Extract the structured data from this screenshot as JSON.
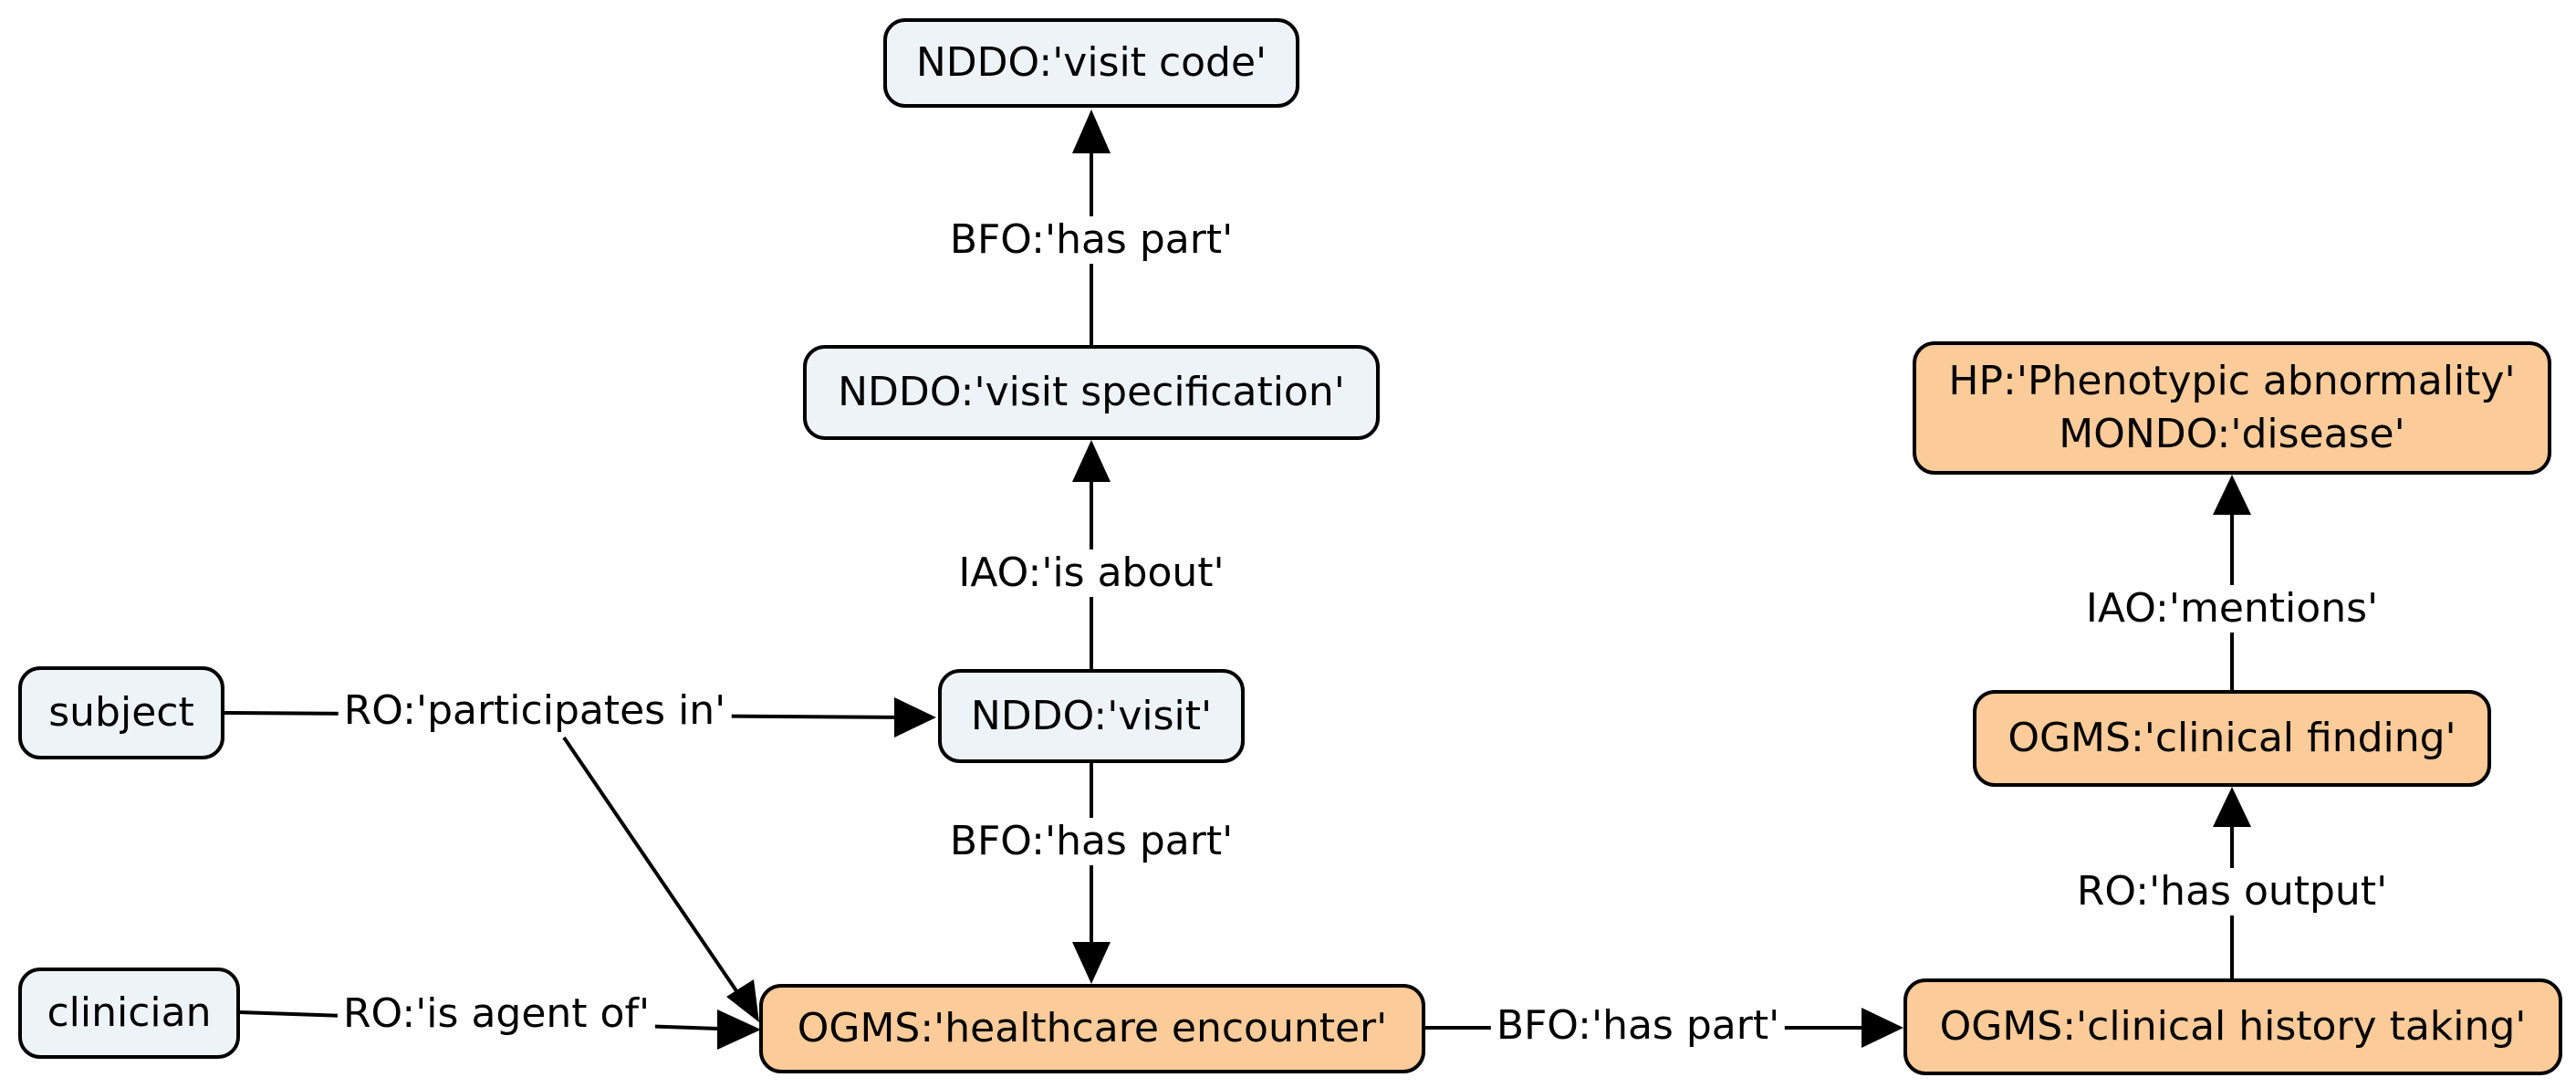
{
  "nodes": {
    "visit_code": "NDDO:'visit code'",
    "visit_specification": "NDDO:'visit specification'",
    "visit": "NDDO:'visit'",
    "subject": "subject",
    "clinician": "clinician",
    "healthcare_encounter": "OGMS:'healthcare encounter'",
    "clinical_history_taking": "OGMS:'clinical history taking'",
    "clinical_finding": "OGMS:'clinical finding'",
    "phenotype_line1": "HP:'Phenotypic abnormality'",
    "phenotype_line2": "MONDO:'disease'"
  },
  "edges": {
    "spec_to_code": "BFO:'has part'",
    "visit_to_spec": "IAO:'is about'",
    "subject_participates": "RO:'participates in'",
    "visit_to_encounter": "BFO:'has part'",
    "clinician_agent": "RO:'is agent of'",
    "encounter_to_history": "BFO:'has part'",
    "history_to_finding": "RO:'has output'",
    "finding_to_phenotype": "IAO:'mentions'"
  },
  "colors": {
    "information_node": "#edf3f6",
    "process_node": "#fbcb99",
    "line": "#000000"
  }
}
